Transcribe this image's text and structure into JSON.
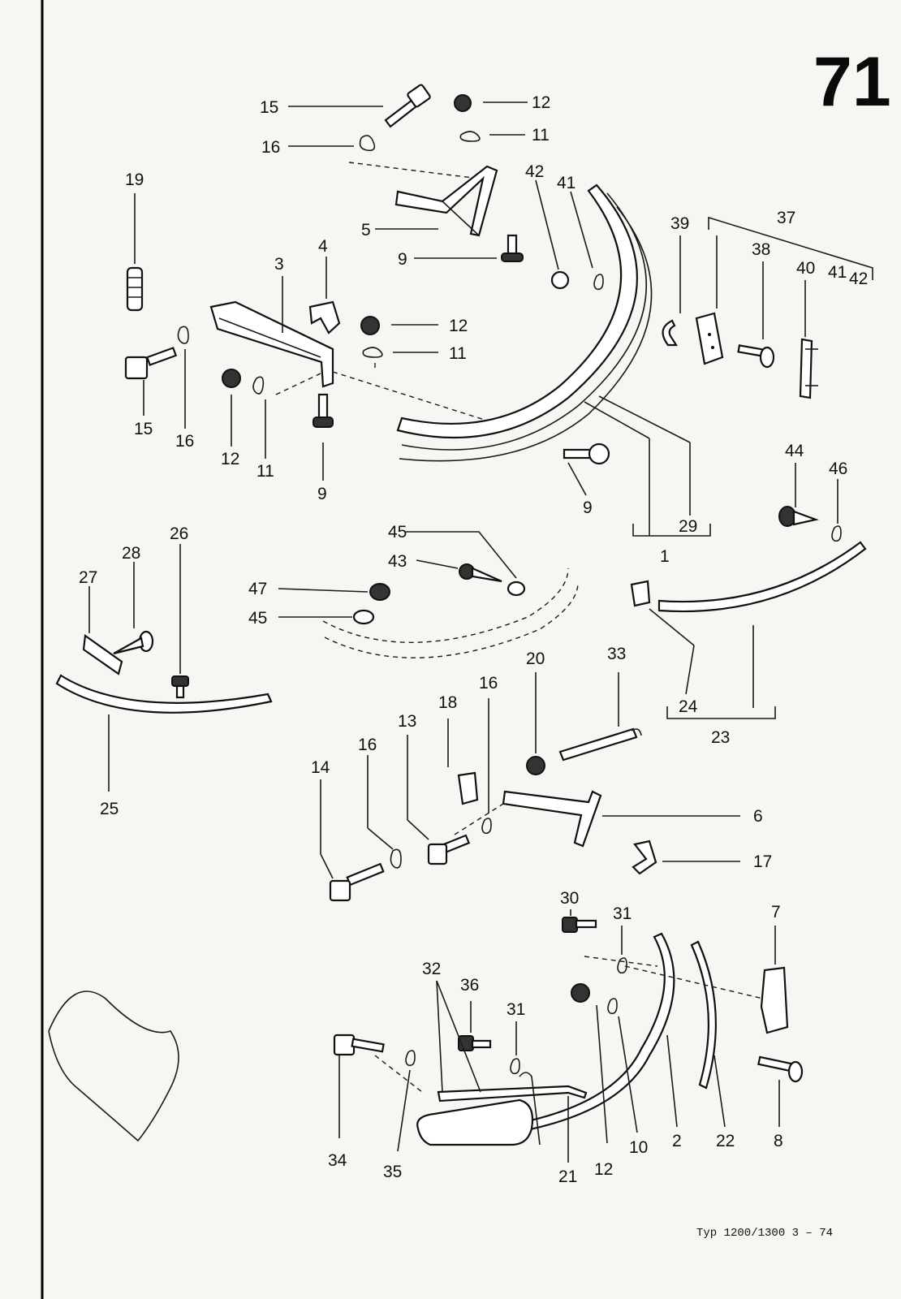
{
  "page_number": "71",
  "footer": "Typ  1200/1300  3 – 74",
  "callouts": {
    "c15a": "15",
    "c12a": "12",
    "c16a": "16",
    "c11a": "11",
    "c19": "19",
    "c42": "42",
    "c41": "41",
    "c5": "5",
    "c39": "39",
    "c37": "37",
    "c38": "38",
    "c40": "40",
    "c41b": "41",
    "c42b": "42",
    "c9a": "9",
    "c3": "3",
    "c4": "4",
    "c12b": "12",
    "c11b": "11",
    "c15b": "15",
    "c16b": "16",
    "c12c": "12",
    "c11c": "11",
    "c9b": "9",
    "c9c": "9",
    "c29": "29",
    "c1": "1",
    "c44": "44",
    "c46": "46",
    "c45a": "45",
    "c43": "43",
    "c47": "47",
    "c45b": "45",
    "c26": "26",
    "c28": "28",
    "c27": "27",
    "c25": "25",
    "c24": "24",
    "c23": "23",
    "c20": "20",
    "c33": "33",
    "c18": "18",
    "c16c": "16",
    "c13": "13",
    "c16d": "16",
    "c14": "14",
    "c6": "6",
    "c17": "17",
    "c30": "30",
    "c31a": "31",
    "c7": "7",
    "c32": "32",
    "c36": "36",
    "c31b": "31",
    "c34": "34",
    "c35": "35",
    "c21": "21",
    "c12d": "12",
    "c10": "10",
    "c2": "2",
    "c22": "22",
    "c8": "8"
  }
}
